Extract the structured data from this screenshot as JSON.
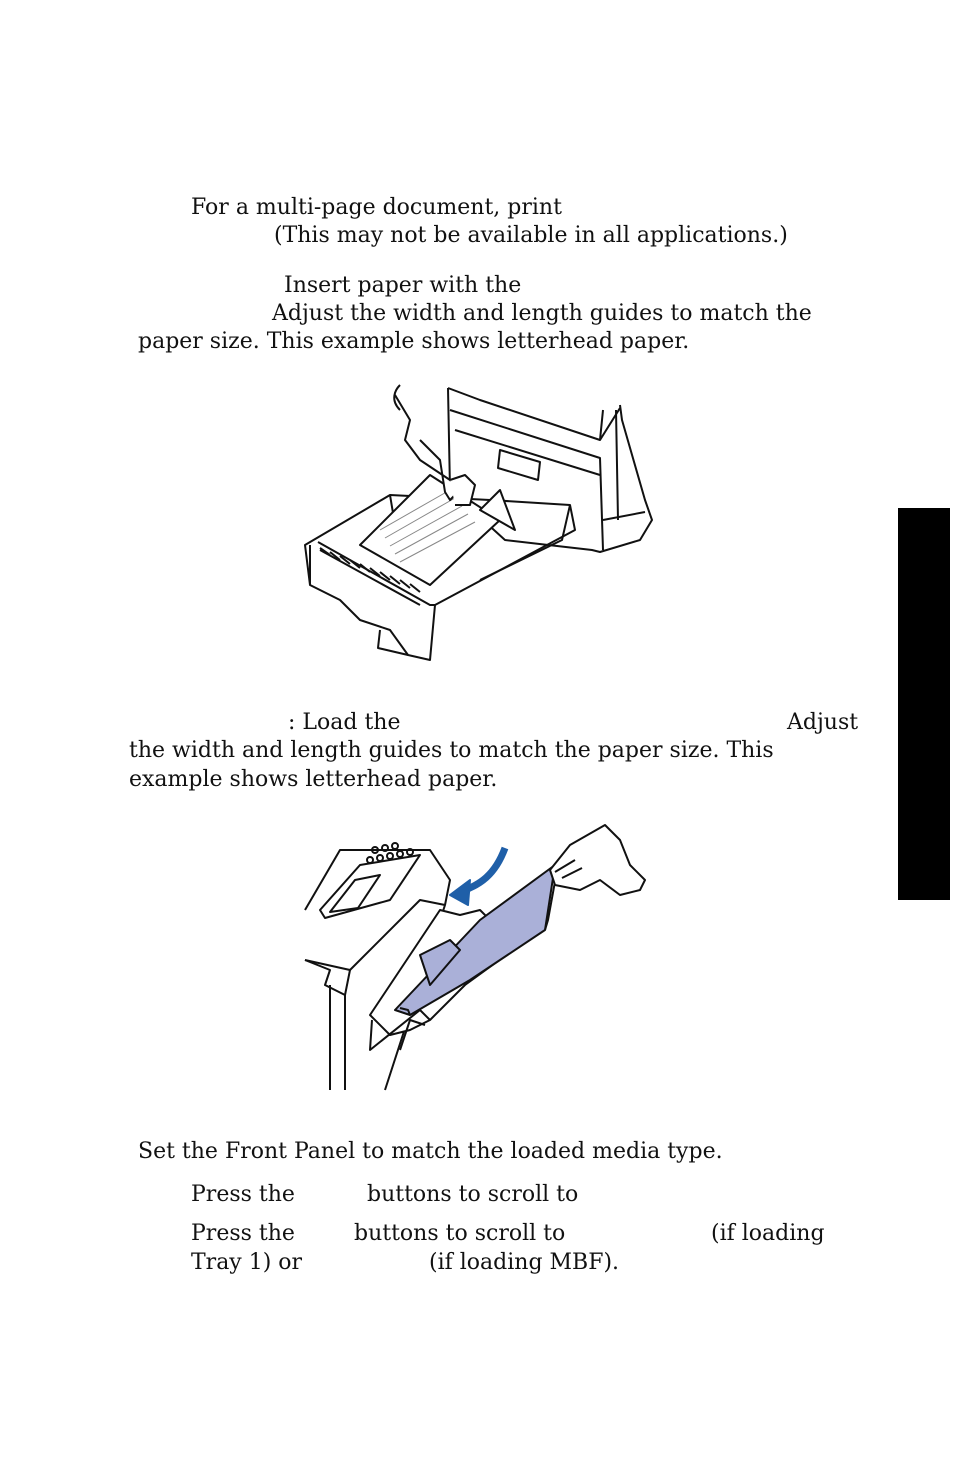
{
  "step_a": {
    "line1": "For a multi-page document, print",
    "line2": "(This may not be available in all applications.)"
  },
  "step_b": {
    "line1": "Insert paper with the",
    "line2": "Adjust the width and length guides to match the",
    "line3": "paper size. This example shows letterhead paper."
  },
  "step_c": {
    "line1_a": ": Load the",
    "line1_b": "Adjust",
    "line2": "the width and length guides to match the paper size. This",
    "line3": "example shows letterhead paper."
  },
  "step_d": {
    "intro": "Set the Front Panel to match the loaded media type.",
    "sub1_a": "Press the",
    "sub1_b": "buttons to scroll to",
    "sub2_a": "Press the",
    "sub2_b": "buttons to scroll to",
    "sub2_c": "(if loading",
    "sub2_d": "Tray 1) or",
    "sub2_e": "(if loading MBF)."
  },
  "colors": {
    "paper_fill": "#aab0d8",
    "arrow": "#1f5fa8",
    "tab": "#000000"
  }
}
